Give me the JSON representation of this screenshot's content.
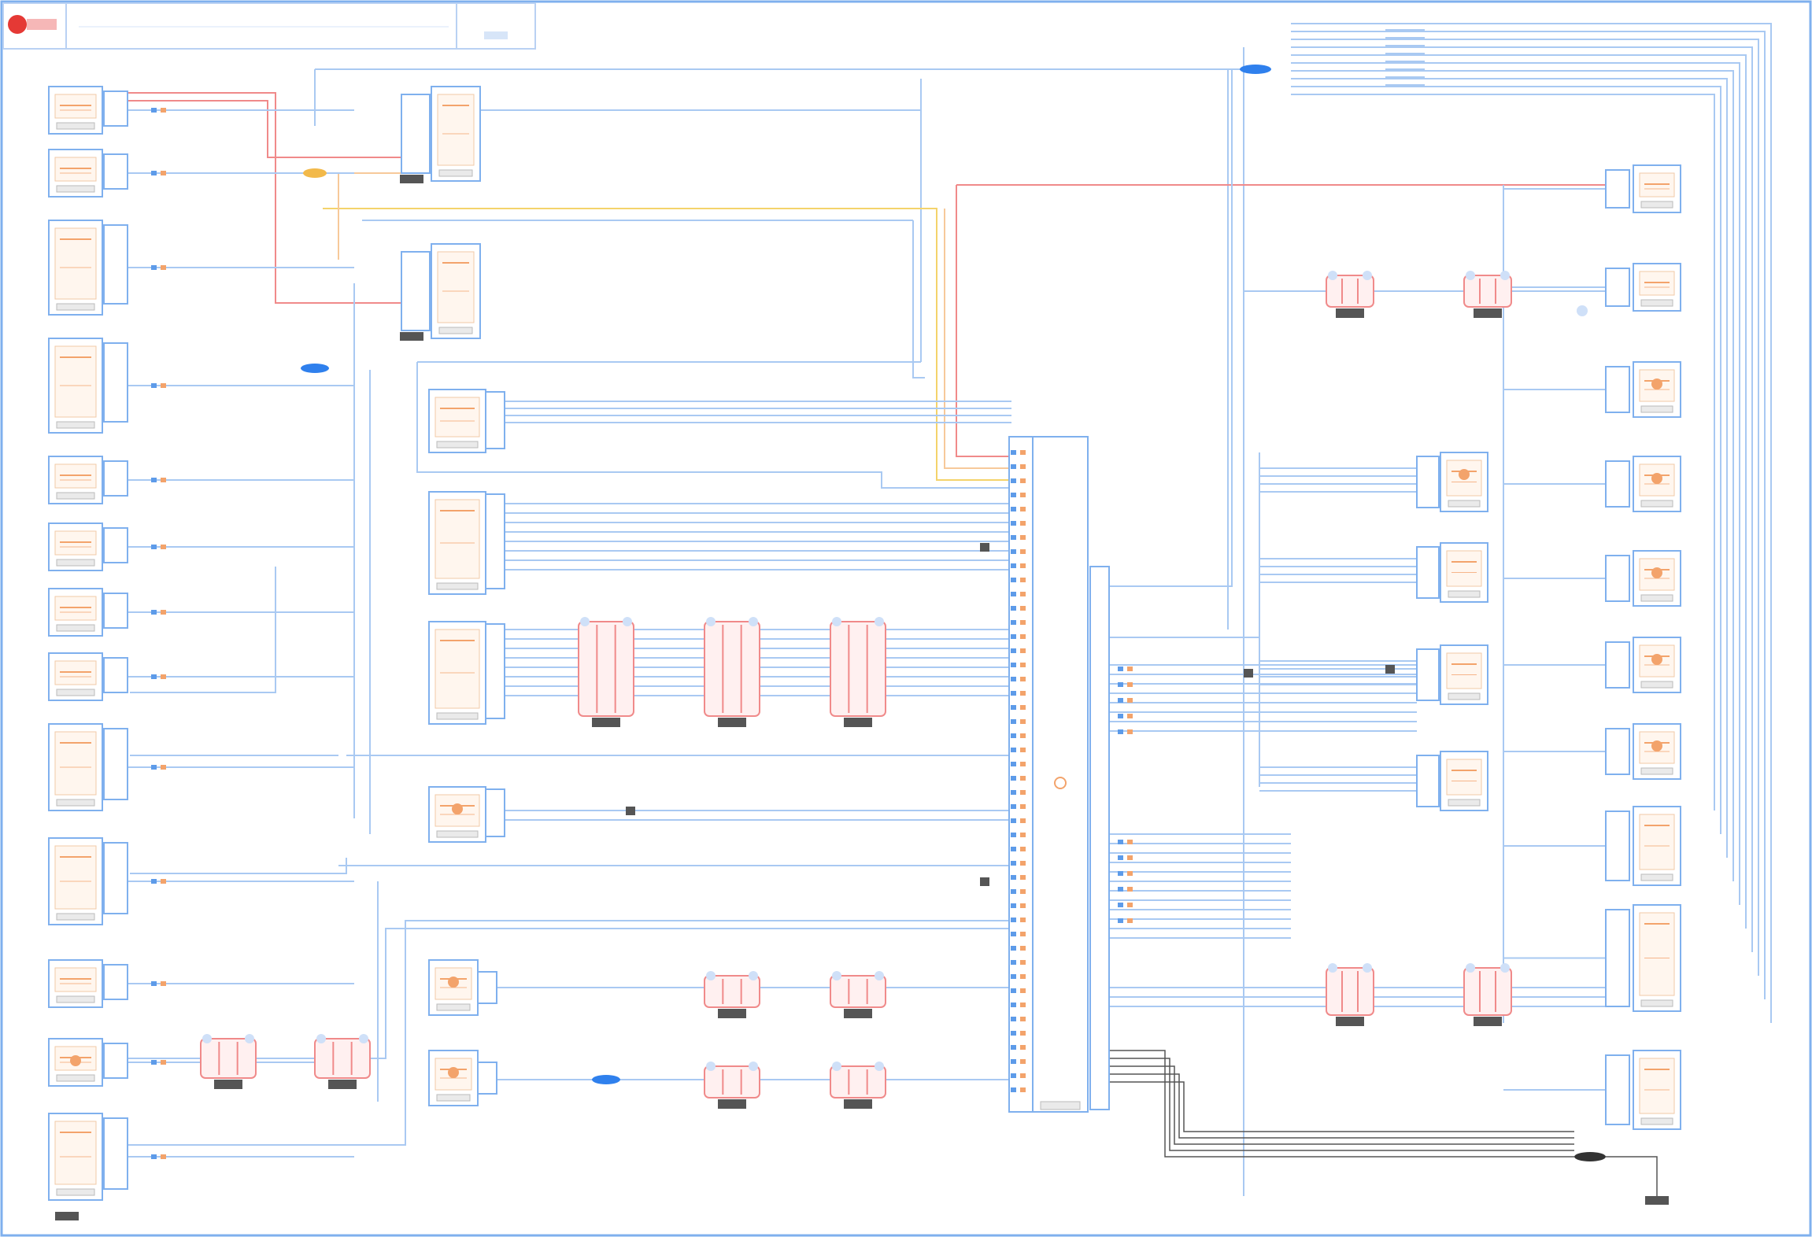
{
  "title_block": {
    "title": "",
    "badge": "",
    "logo_color": "#e53935"
  },
  "colors": {
    "frame": "#7fb0ee",
    "wire_blue": "#a9c9f2",
    "wire_red": "#f08a8a",
    "wire_orange": "#f7c99a",
    "wire_yellow": "#f4d36b",
    "wire_black": "#555555",
    "pin_orange": "#f3a36b",
    "pin_blue": "#5d9be9",
    "splice_blue": "#2f80ed",
    "tag_dark": "#555555",
    "component_fill": "#fff6ee"
  },
  "components": {
    "left_column_count": 14,
    "center_modules_count": 6,
    "right_column_count": 15,
    "inline_connectors_count": 14
  },
  "main_module": {
    "label": ""
  }
}
